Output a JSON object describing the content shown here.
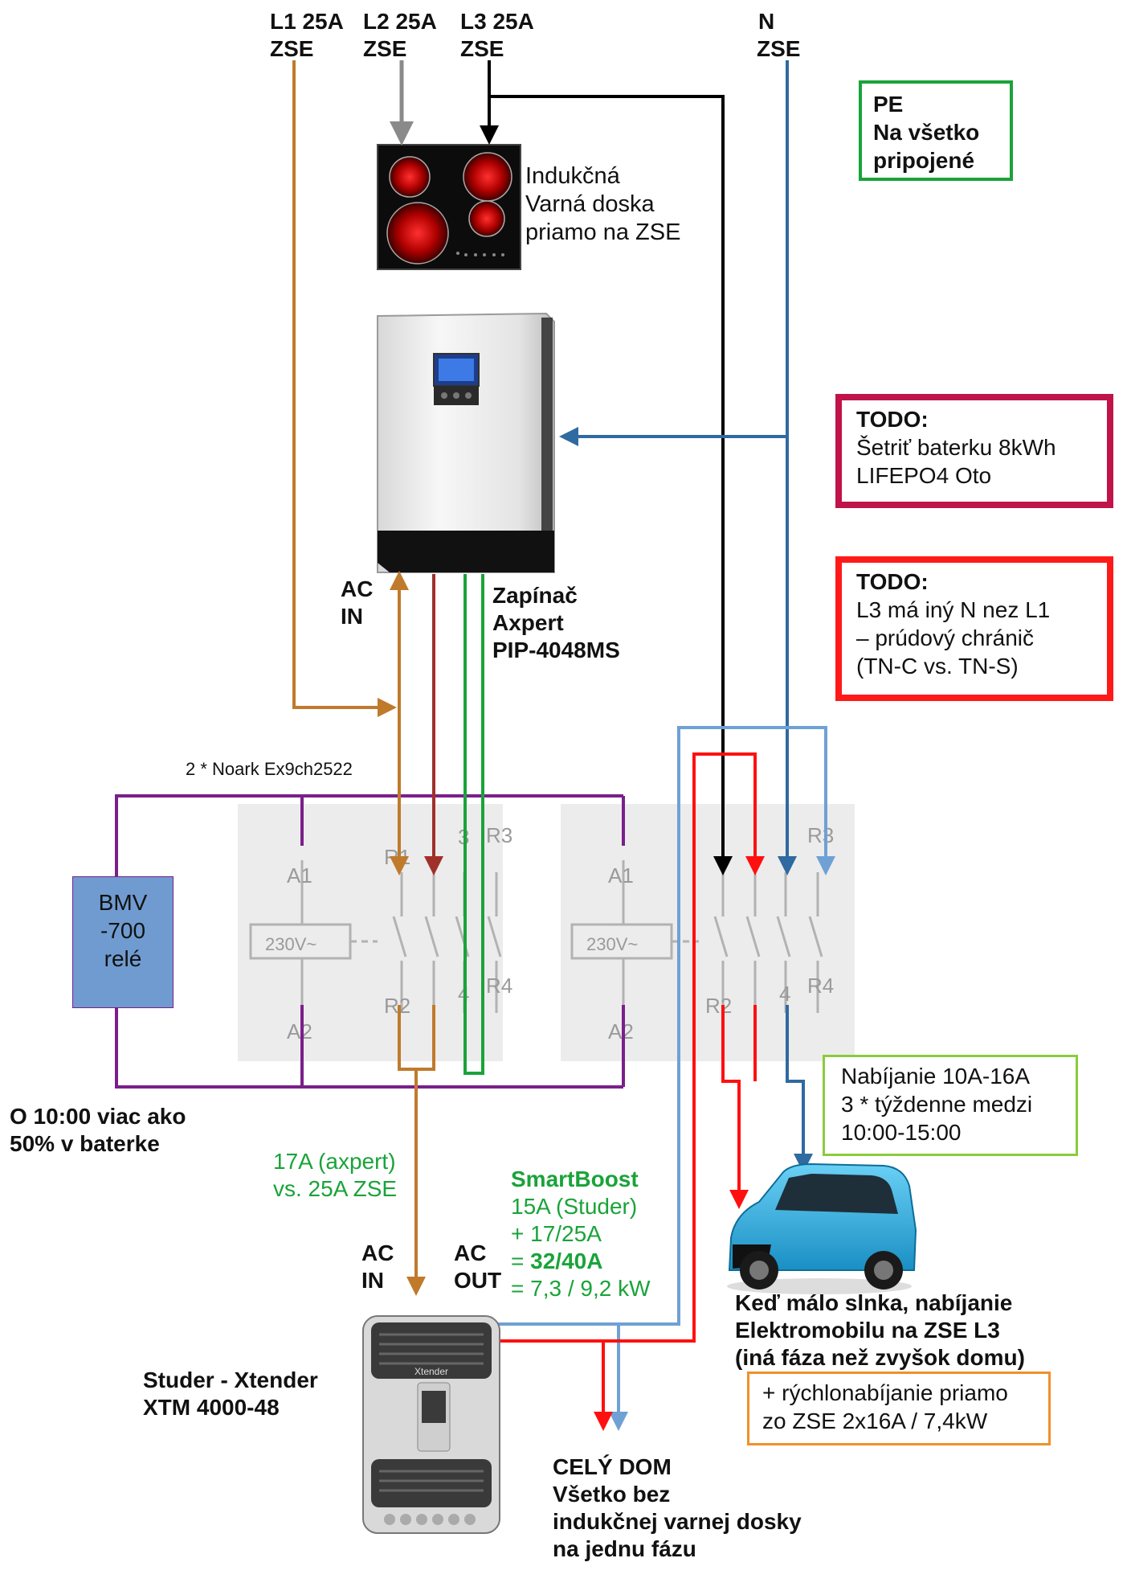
{
  "supply": {
    "l1": [
      "L1 25A",
      "ZSE"
    ],
    "l2": [
      "L2 25A",
      "ZSE"
    ],
    "l3": [
      "L3 25A",
      "ZSE"
    ],
    "n": [
      "N",
      "ZSE"
    ]
  },
  "pe_box": {
    "lines": [
      "PE",
      "Na všetko",
      "pripojené"
    ]
  },
  "hob_label": [
    "Indukčná",
    "Varná doska",
    "priamo na ZSE"
  ],
  "todo_battery": {
    "title": "TODO:",
    "lines": [
      "Šetriť baterku 8kWh",
      "LIFEPO4 Oto"
    ]
  },
  "todo_neutral": {
    "title": "TODO:",
    "lines": [
      "L3 má iný N nez L1",
      "– prúdový chránič",
      "(TN-C vs. TN-S)"
    ]
  },
  "axpert": {
    "ac_in": [
      "AC",
      "IN"
    ],
    "label": [
      "Zapínač",
      "Axpert",
      "PIP-4048MS"
    ]
  },
  "relay_title": "2 * Noark Ex9ch2522",
  "bmv": [
    "BMV",
    "-700",
    "relé"
  ],
  "contactor": {
    "coil": "230V~",
    "a1": "A1",
    "a2": "A2",
    "r1": "R1",
    "r2": "R2",
    "r3": "R3",
    "r4": "R4",
    "n3": "3",
    "n4": "4"
  },
  "bmv_rule": [
    "O 10:00 viac ako",
    "50% v baterke"
  ],
  "axpert_current": [
    "17A (axpert)",
    "vs. 25A ZSE"
  ],
  "smartboost": {
    "title": "SmartBoost",
    "line1": "15A (Studer)",
    "line2": "+ 17/25A",
    "line3_prefix": "= ",
    "line3_bold": "32/40A",
    "line4": "= 7,3 / 9,2 kW"
  },
  "studer": {
    "ac_in": [
      "AC",
      "IN"
    ],
    "ac_out": [
      "AC",
      "OUT"
    ],
    "label": [
      "Studer - Xtender",
      "XTM 4000-48"
    ],
    "brand": "Xtender"
  },
  "charging_box": {
    "lines": [
      "Nabíjanie 10A-16A",
      "3 * týždenne medzi",
      "10:00-15:00"
    ]
  },
  "ev_label": [
    "Keď málo slnka, nabíjanie",
    "Elektromobilu na ZSE L3",
    "(iná fáza než zvyšok domu)"
  ],
  "fast_box": {
    "lines": [
      "+ rýchlonabíjanie priamo",
      "zo ZSE 2x16A / 7,4kW"
    ]
  },
  "house": [
    "CELÝ DOM",
    "Všetko bez",
    "indukčnej varnej dosky",
    "na jednu fázu"
  ],
  "colors": {
    "l1": "#c07a2c",
    "l2": "#8a8a8a",
    "l3": "#000000",
    "n": "#2f6aa0",
    "pe": "#1aa33a",
    "relay_coil": "#7a1f8a",
    "ev_phase": "#ff1010",
    "light_n": "#6fa1d4",
    "axpert_out": "#a0302a",
    "todo1": "#c0134a",
    "todo2": "#ff1a1a",
    "charging": "#8acc3a",
    "fast": "#f0902a",
    "bmv_fill": "#6f9bd0"
  }
}
